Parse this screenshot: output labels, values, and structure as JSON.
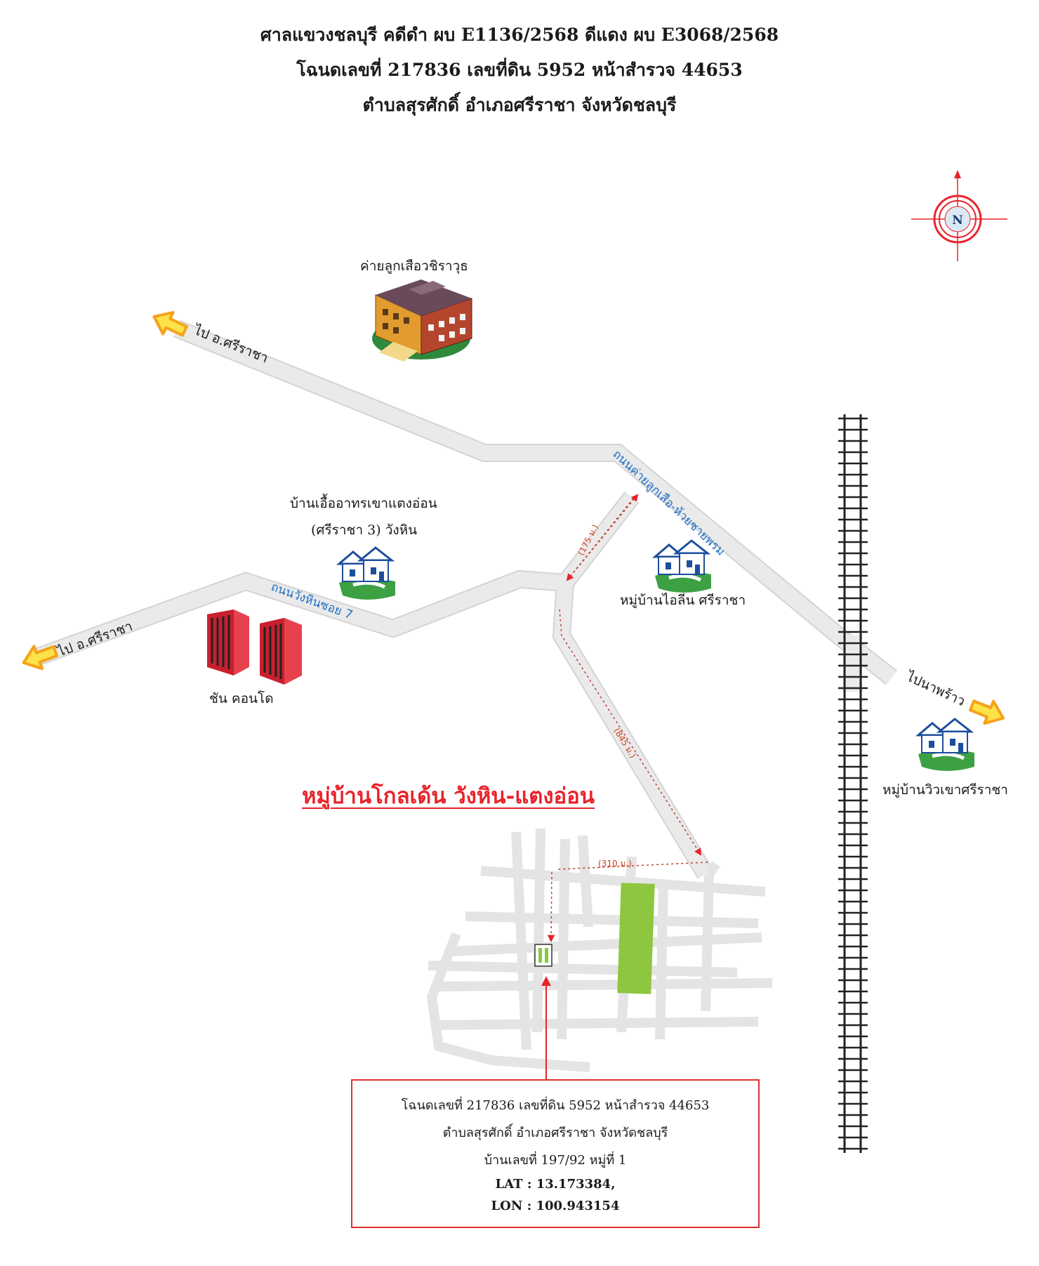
{
  "header": {
    "line1": "ศาลแขวงชลบุรี คดีดำ ผบ E1136/2568 ดีแดง ผบ E3068/2568",
    "line2": "โฉนดเลขที่ 217836  เลขที่ดิน 5952 หน้าสำรวจ 44653",
    "line3": "ตำบลสุรศักดิ์ อำเภอศรีราชา จังหวัดชลบุรี"
  },
  "compass": {
    "label": "N"
  },
  "landmarks": {
    "scout_camp": "ค่ายลูกเสือวชิราวุธ",
    "housing_line1": "บ้านเอื้ออาทรเขาแตงอ่อน",
    "housing_line2": "(ศรีราชา 3) วังหิน",
    "condo": "ชัน คอนโด",
    "ilin_village": "หมู่บ้านไอลีน ศรีราชา",
    "view_village": "หมู่บ้านวิวเขาศรีราชา"
  },
  "directions": {
    "to_sriracha_top": "ไป อ.ศรีราชา",
    "to_sriracha_left": "ไป อ.ศรีราชา",
    "to_naphrao": "ไปนาพร้าว"
  },
  "roads": {
    "main_road": "ถนนค่ายลูกเสือ-ห้วยชายพรม",
    "wanghin_soi": "ถนนวังหินซอย 7"
  },
  "distances": {
    "d1": "(175 ม.)",
    "d2": "(845 ม.)",
    "d3": "(310 ม.)"
  },
  "village_title": "หมู่บ้านโกลเด้น วังหิน-แตงอ่อน",
  "info_box": {
    "line1": "โฉนดเลขที่ 217836  เลขที่ดิน 5952 หน้าสำรวจ 44653",
    "line2": "ตำบลสุรศักดิ์ อำเภอศรีราชา จังหวัดชลบุรี",
    "line3": "บ้านเลขที่ 197/92 หมู่ที่ 1",
    "lat": "LAT : 13.173384,",
    "lon": "LON : 100.943154"
  },
  "colors": {
    "road": "#e6e6e6",
    "road_edge": "#d0d0d0",
    "accent_red": "#e8232b",
    "road_label_blue": "#1e6fc4",
    "arrow_orange": "#f6a21a",
    "arrow_yellow": "#fde24a",
    "green_plot": "#8dc63f"
  },
  "icons": [
    "compass-icon",
    "school-building-icon",
    "house-icon",
    "condo-building-icon",
    "arrow-icon",
    "railway-icon"
  ]
}
